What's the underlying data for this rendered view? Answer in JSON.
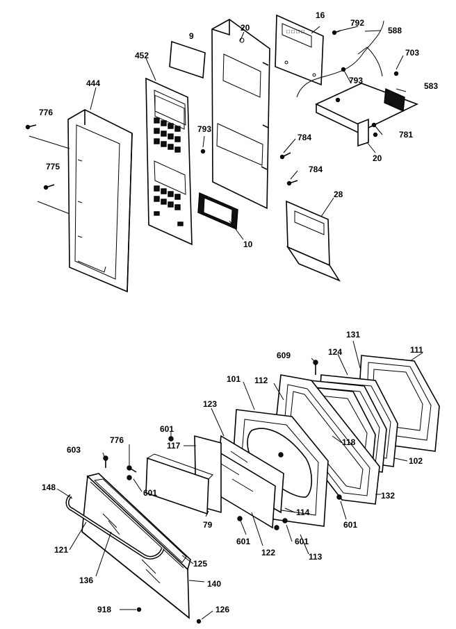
{
  "diagram": {
    "part_labels": {
      "p9": "9",
      "p20a": "20",
      "p16": "16",
      "p792": "792",
      "p588": "588",
      "p452": "452",
      "p444": "444",
      "p776a": "776",
      "p793a": "793",
      "p703": "703",
      "p793b": "793",
      "p583": "583",
      "p784a": "784",
      "p781": "781",
      "p775": "775",
      "p20b": "20",
      "p784b": "784",
      "p28": "28",
      "p10": "10",
      "p131": "131",
      "p111": "111",
      "p609": "609",
      "p124": "124",
      "p101": "101",
      "p112": "112",
      "p123": "123",
      "p118": "118",
      "p601a": "601",
      "p603": "603",
      "p776b": "776",
      "p117": "117",
      "p102": "102",
      "p148": "148",
      "p601b": "601",
      "p114": "114",
      "p132": "132",
      "p601c": "601",
      "p121": "121",
      "p601d": "601",
      "p601e": "601",
      "p79": "79",
      "p125": "125",
      "p122": "122",
      "p113": "113",
      "p136": "136",
      "p140": "140",
      "p918": "918",
      "p126": "126"
    }
  }
}
